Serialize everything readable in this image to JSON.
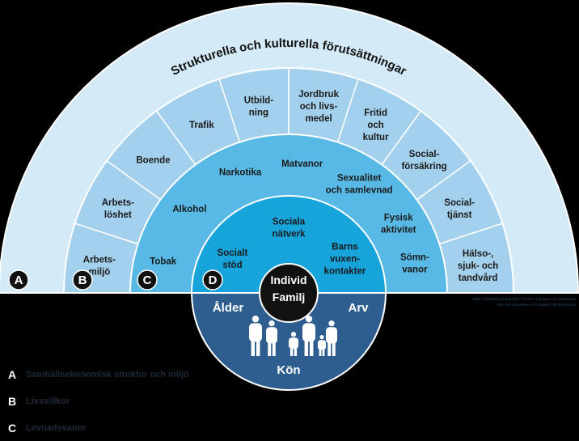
{
  "outer_title": "Strukturella och kulturella förutsättningar",
  "ring_b": [
    "Arbets-\nmiljö",
    "Arbets-\nlöshet",
    "Boende",
    "Trafik",
    "Utbild-\nning",
    "Jordbruk\noch livs-\nmedel",
    "Fritid\noch\nkultur",
    "Social-\nförsäkring",
    "Social-\ntjänst",
    "Hälso-,\nsjuk- och\ntandvård"
  ],
  "ring_c": [
    "Tobak",
    "Alkohol",
    "Narkotika",
    "Matvanor",
    "Sexualitet\noch samlevnad",
    "Fysisk\naktivitet",
    "Sömn-\nvanor"
  ],
  "ring_d": [
    "Socialt\nstöd",
    "Sociala\nnätverk",
    "Barns\nvuxen-\nkontakter"
  ],
  "center": [
    "Individ",
    "Familj"
  ],
  "base": {
    "left": "Ålder",
    "right": "Arv",
    "bottom": "Kön"
  },
  "badges": [
    "A",
    "B",
    "C",
    "D"
  ],
  "legend": [
    {
      "key": "A",
      "text": "Samhällsekonomisk struktur och miljö"
    },
    {
      "key": "B",
      "text": "Livsvillkor"
    },
    {
      "key": "C",
      "text": "Levnadsvanor"
    }
  ],
  "credit": [
    "Källa: Folkhälsomyndigheten, fritt efter Dahlgren och Whitehead",
    "efter Socialstyrelsen och Statens folkhälsoinstitut"
  ],
  "colors": {
    "ring_a": "#d4ebf7",
    "ring_b": "#a3d0ec",
    "ring_c": "#58b9e6",
    "ring_d": "#17a4db",
    "base": "#2e5d8f",
    "center": "#111111",
    "badge": "#111111",
    "outline": "#ffffff"
  },
  "figure_icon": "family-silhouette-icon"
}
